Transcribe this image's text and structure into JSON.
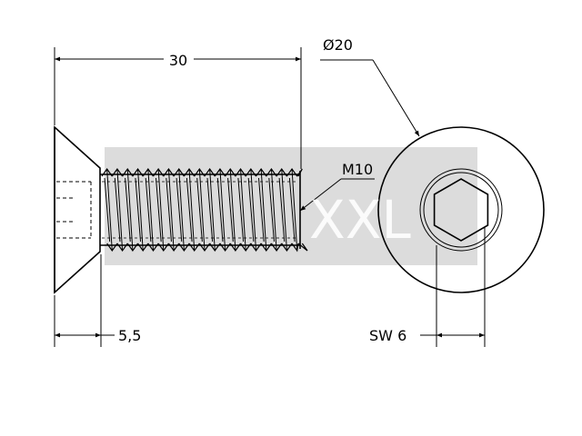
{
  "drawing": {
    "length_dim": "30",
    "head_diameter_dim": "Ø20",
    "thread_dim": "M10",
    "head_height_dim": "5,5",
    "wrench_size_dim": "SW 6"
  },
  "watermark": {
    "text": "XXL",
    "color": "#dcdcdc"
  },
  "icons": {
    "hex_socket": "hexagon-icon"
  }
}
